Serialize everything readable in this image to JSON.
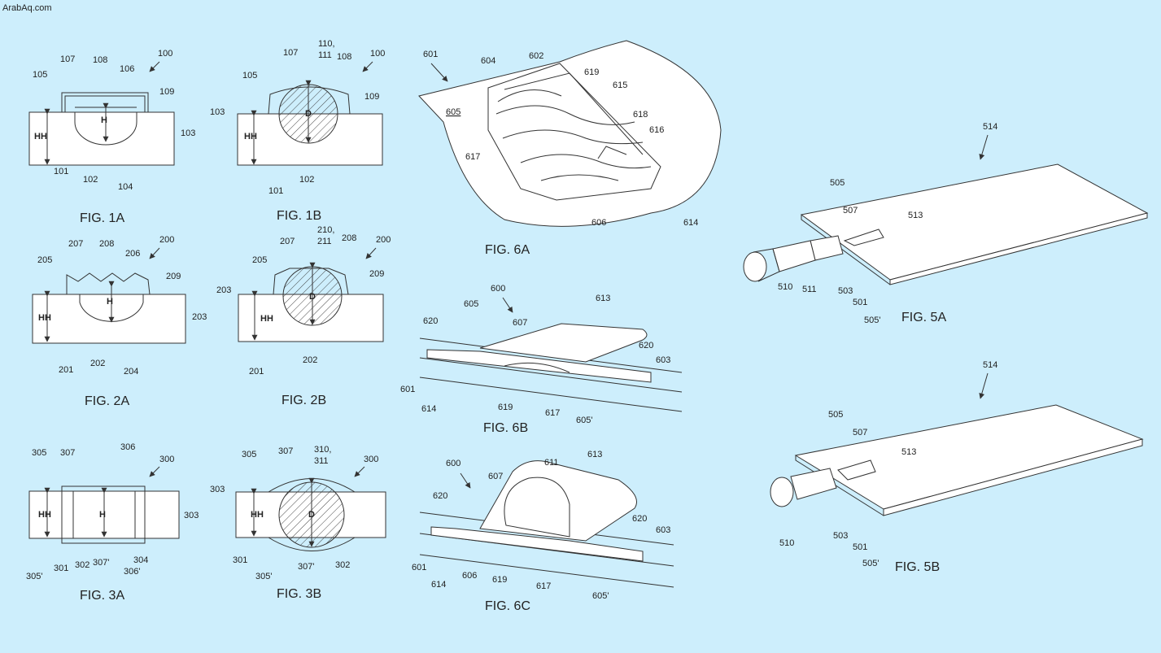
{
  "watermark": "ArabAq.com",
  "colors": {
    "background": "#cdeefc",
    "line": "#333333",
    "fill": "#ffffff"
  },
  "fig1a": {
    "caption": "FIG. 1A",
    "ref": "100",
    "labels": [
      "105",
      "107",
      "108",
      "106",
      "109",
      "103",
      "102",
      "104",
      "101"
    ],
    "dim_h": "H",
    "dim_hh": "HH"
  },
  "fig1b": {
    "caption": "FIG. 1B",
    "ref": "100",
    "labels": [
      "105",
      "107",
      "110,",
      "111",
      "108",
      "109",
      "103",
      "102",
      "101"
    ],
    "dim_d": "D",
    "dim_hh": "HH"
  },
  "fig2a": {
    "caption": "FIG. 2A",
    "ref": "200",
    "labels": [
      "205",
      "207",
      "208",
      "206",
      "209",
      "203",
      "202",
      "204",
      "201"
    ],
    "dim_h": "H",
    "dim_hh": "HH"
  },
  "fig2b": {
    "caption": "FIG. 2B",
    "ref": "200",
    "labels": [
      "205",
      "207",
      "210,",
      "211",
      "208",
      "209",
      "203",
      "202",
      "201"
    ],
    "dim_d": "D",
    "dim_hh": "HH"
  },
  "fig3a": {
    "caption": "FIG. 3A",
    "ref": "300",
    "labels": [
      "305",
      "307",
      "306",
      "303",
      "302",
      "307'",
      "304",
      "306'",
      "305'",
      "301"
    ],
    "dim_h": "H",
    "dim_hh": "HH"
  },
  "fig3b": {
    "caption": "FIG. 3B",
    "ref": "300",
    "labels": [
      "305",
      "307",
      "310,",
      "311",
      "303",
      "301",
      "305'",
      "307'",
      "302"
    ],
    "dim_d": "D",
    "dim_hh": "HH"
  },
  "fig6a": {
    "caption": "FIG. 6A",
    "labels": [
      "601",
      "604",
      "602",
      "619",
      "615",
      "605",
      "618",
      "616",
      "617",
      "606",
      "614"
    ]
  },
  "fig6b": {
    "caption": "FIG. 6B",
    "ref": "600",
    "labels": [
      "605",
      "607",
      "613",
      "620",
      "620",
      "603",
      "601",
      "614",
      "619",
      "617",
      "605'"
    ]
  },
  "fig6c": {
    "caption": "FIG. 6C",
    "ref": "600",
    "labels": [
      "611",
      "613",
      "607",
      "620",
      "620",
      "603",
      "601",
      "614",
      "606",
      "619",
      "617",
      "605'"
    ]
  },
  "fig5a": {
    "caption": "FIG. 5A",
    "labels": [
      "514",
      "505",
      "507",
      "513",
      "510",
      "511",
      "503",
      "501",
      "505'"
    ]
  },
  "fig5b": {
    "caption": "FIG. 5B",
    "labels": [
      "514",
      "505",
      "507",
      "513",
      "510",
      "503",
      "501",
      "505'"
    ]
  }
}
